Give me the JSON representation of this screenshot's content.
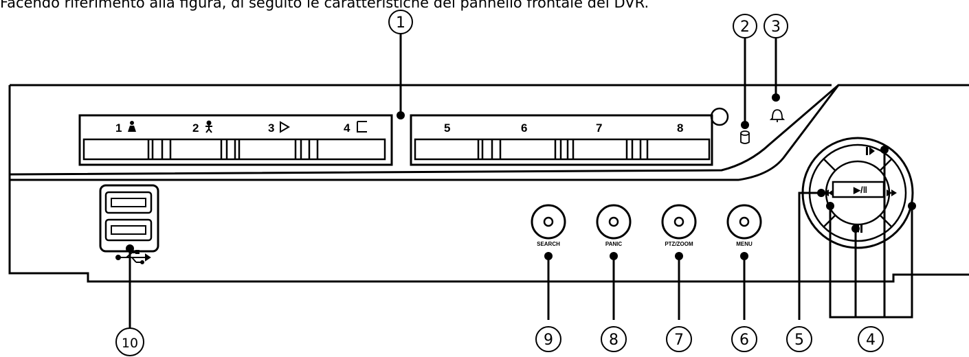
{
  "intro_text": "Facendo riferimento alla figura, di seguito le caratteristiche del pannello frontale del DVR.",
  "channels": [
    "1",
    "2",
    "3",
    "4",
    "5",
    "6",
    "7",
    "8"
  ],
  "buttons": {
    "search": "SEARCH",
    "panic": "PANIC",
    "ptz_zoom": "PTZ/ZOOM",
    "menu": "MENU"
  },
  "jog": {
    "play_pause": "▶/‖"
  },
  "callouts": [
    "1",
    "2",
    "3",
    "4",
    "5",
    "6",
    "7",
    "8",
    "9",
    "10"
  ]
}
